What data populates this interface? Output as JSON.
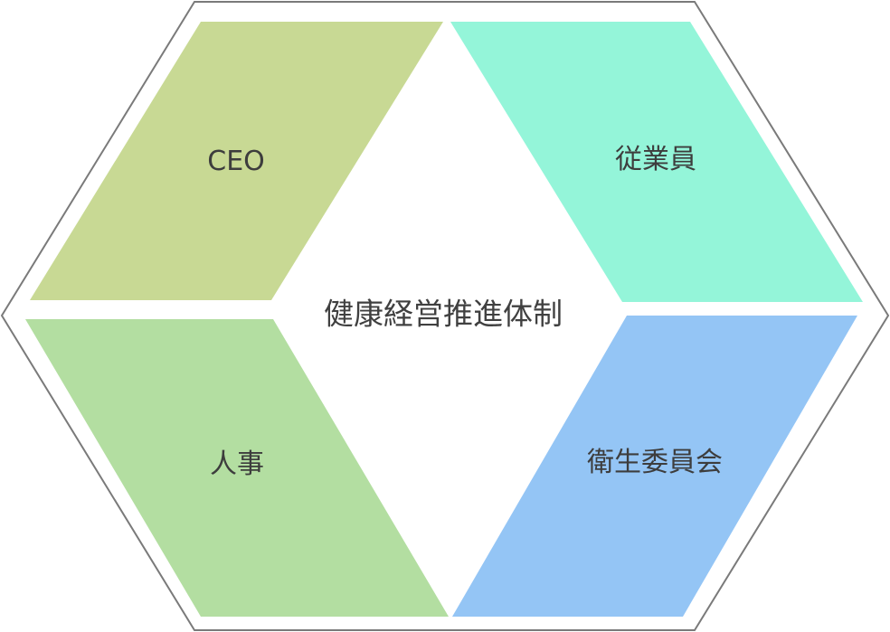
{
  "diagram": {
    "center_label": "健康経営推進体制",
    "panels": {
      "top_left": {
        "label": "CEO",
        "color": "#c8d994"
      },
      "top_right": {
        "label": "従業員",
        "color": "#94f5d9"
      },
      "bottom_left": {
        "label": "人事",
        "color": "#b3dea1"
      },
      "bottom_right": {
        "label": "衛生委員会",
        "color": "#94c5f5"
      }
    },
    "outline_color": "#7a7a7a"
  }
}
